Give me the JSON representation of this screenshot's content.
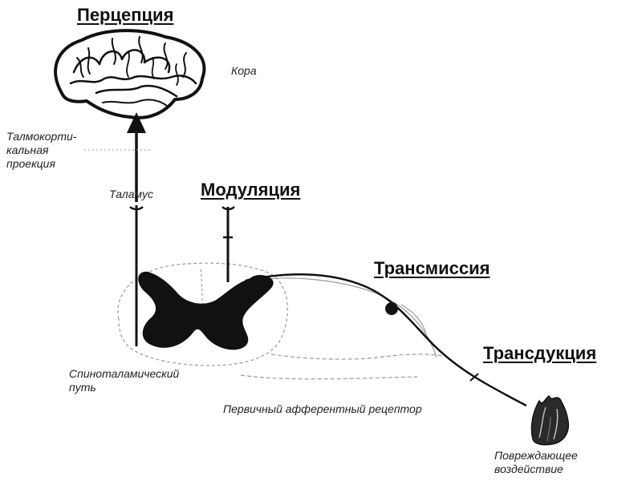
{
  "headings": {
    "perception": "Перцепция",
    "modulation": "Модуляция",
    "transmission": "Трансмиссия",
    "transduction": "Трансдукция"
  },
  "labels": {
    "cortex": "Кора",
    "thalamocortical": [
      "Талмокорти-",
      "кальная",
      "проекция"
    ],
    "thalamus": "Таламус",
    "spinothalamic": [
      "Спиноталамический",
      "путь"
    ],
    "primary_afferent": "Первичный афферентный рецептор",
    "noxious_stimulus": [
      "Повреждающее",
      "воздействие"
    ]
  },
  "colors": {
    "ink": "#111111",
    "faint": "#9a9a9a",
    "background": "#ffffff"
  }
}
